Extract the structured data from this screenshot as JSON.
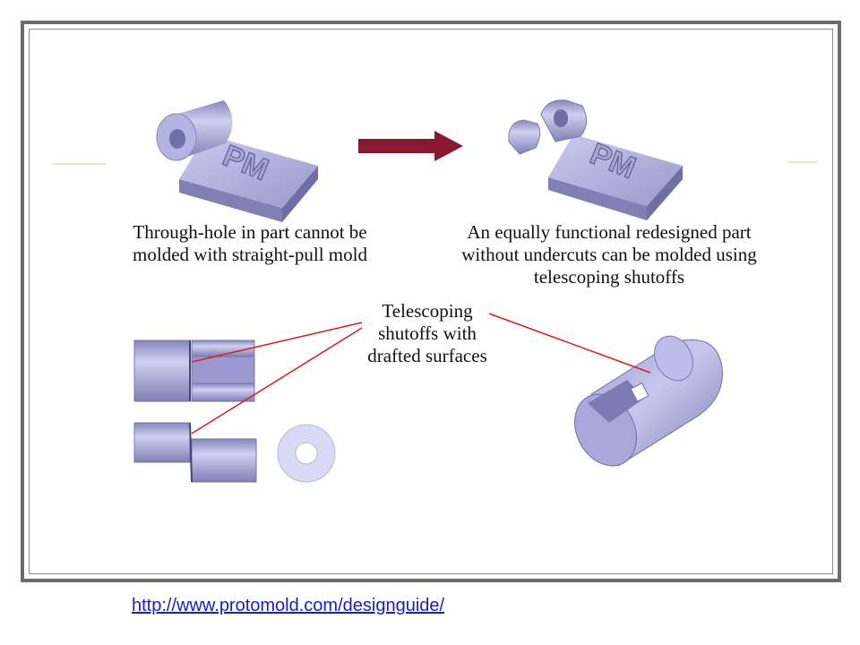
{
  "captions": {
    "left": "Through-hole in part cannot be\nmolded with straight-pull mold",
    "right": "An equally functional redesigned part\nwithout  undercuts can be molded using\ntelescoping shutoffs",
    "middle": "Telescoping\nshutoffs with\ndrafted surfaces"
  },
  "part_marking": "PM",
  "source_link": "http://www.protomold.com/designguide/",
  "colors": {
    "part_fill": "#b9b9e6",
    "part_shadow": "#8484b8",
    "arrow": "#8a1730",
    "callout_line": "#e01818",
    "link": "#1a1ad6",
    "frame": "#6b6b6b"
  }
}
